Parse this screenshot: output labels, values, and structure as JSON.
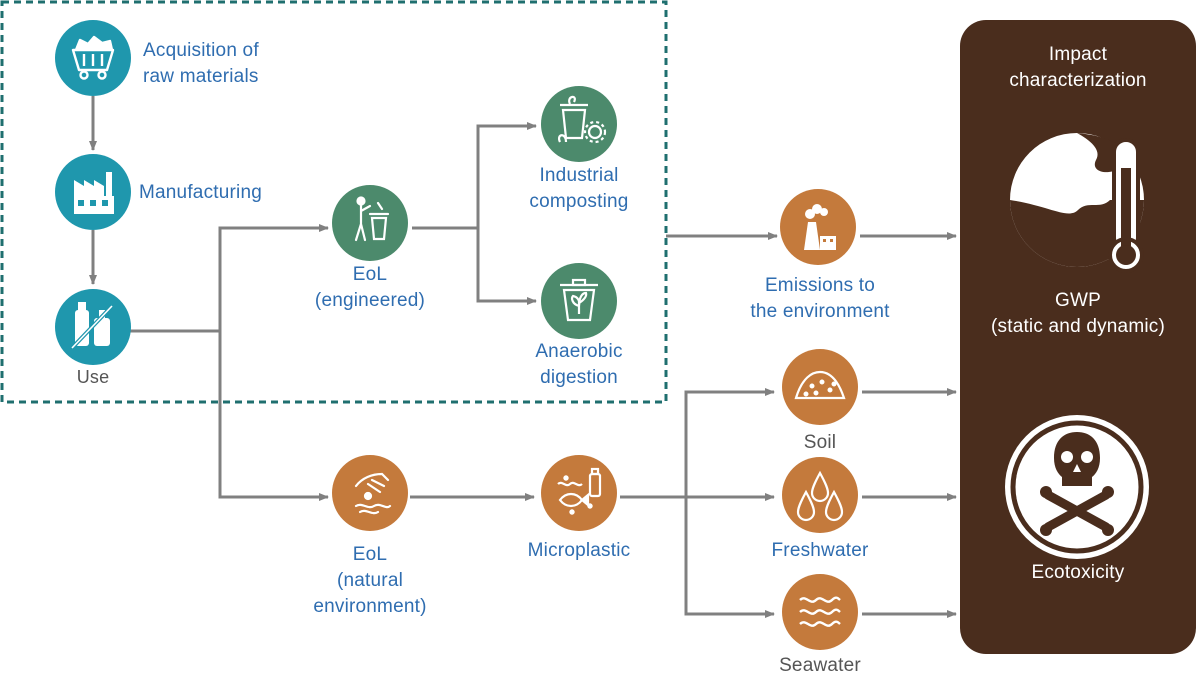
{
  "colors": {
    "teal": "#1f97ad",
    "green": "#4c8a6c",
    "orange": "#c47a3c",
    "brown": "#4a2d1d",
    "arrow": "#808080",
    "dashed_border": "#1f6f6f",
    "blue_text": "#2f6db0",
    "gray_text": "#555555"
  },
  "nodes": {
    "raw_materials": {
      "label_line1": "Acquisition of",
      "label_line2": "raw materials",
      "icon": "mine-cart-icon"
    },
    "manufacturing": {
      "label": "Manufacturing",
      "icon": "factory-icon"
    },
    "use": {
      "label": "Use",
      "icon": "bottles-icon"
    },
    "eol_engineered": {
      "label_line1": "EoL",
      "label_line2": "(engineered)",
      "icon": "person-trash-bin-icon"
    },
    "industrial_composting": {
      "label_line1": "Industrial",
      "label_line2": "composting",
      "icon": "compost-bin-gear-icon"
    },
    "anaerobic_digestion": {
      "label_line1": "Anaerobic",
      "label_line2": "digestion",
      "icon": "waste-bin-sprout-icon"
    },
    "emissions": {
      "label_line1": "Emissions to",
      "label_line2": "the environment",
      "icon": "factory-smoke-icon"
    },
    "eol_natural": {
      "label_line1": "EoL",
      "label_line2": "(natural",
      "label_line3": "environment)",
      "icon": "hand-dropping-icon"
    },
    "microplastic": {
      "label": "Microplastic",
      "icon": "fish-bottle-icon"
    },
    "soil": {
      "label": "Soil",
      "icon": "soil-pile-icon"
    },
    "freshwater": {
      "label": "Freshwater",
      "icon": "water-drops-icon"
    },
    "seawater": {
      "label": "Seawater",
      "icon": "waves-icon"
    }
  },
  "impact_panel": {
    "title_line1": "Impact",
    "title_line2": "characterization",
    "gwp_line1": "GWP",
    "gwp_line2": "(static and dynamic)",
    "gwp_icon": "globe-thermometer-icon",
    "ecotox_label": "Ecotoxicity",
    "ecotox_icon": "skull-crossbones-icon"
  }
}
